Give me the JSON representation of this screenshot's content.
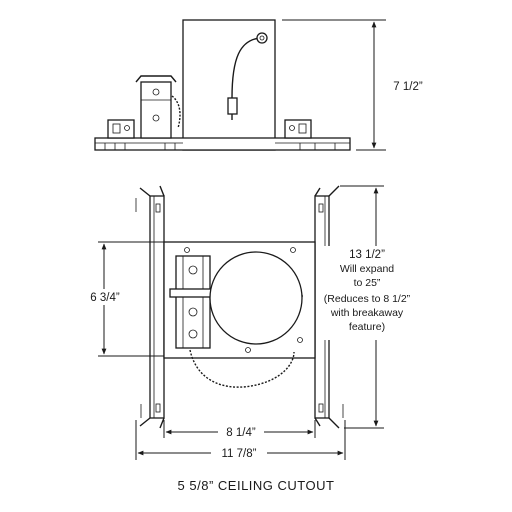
{
  "dimensions": {
    "side_height": "7 1/2”",
    "front_height": "6 3/4”",
    "bar_length": "13 1/2”",
    "bar_note_lines": [
      "Will expand",
      "to 25”",
      "(Reduces to 8 1/2”",
      "with breakaway",
      "feature)"
    ],
    "inner_width": "8 1/4”",
    "outer_width": "11 7/8”"
  },
  "caption": "5 5/8” CEILING CUTOUT"
}
